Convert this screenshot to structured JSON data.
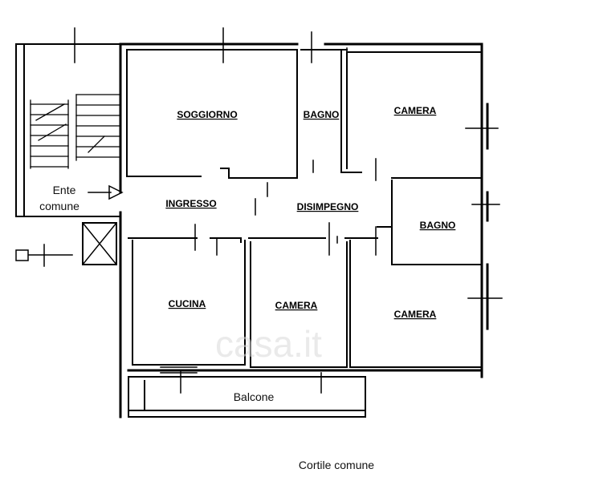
{
  "rooms": {
    "soggiorno": "SOGGIORNO",
    "bagno_top": "BAGNO",
    "camera_top": "CAMERA",
    "ingresso": "INGRESSO",
    "disimpegno": "DISIMPEGNO",
    "bagno_right": "BAGNO",
    "cucina": "CUCINA",
    "camera_mid": "CAMERA",
    "camera_bottom": "CAMERA"
  },
  "labels": {
    "ente_line1": "Ente",
    "ente_line2": "comune",
    "balcone": "Balcone",
    "cortile": "Cortile comune"
  },
  "watermark": "casa.it"
}
